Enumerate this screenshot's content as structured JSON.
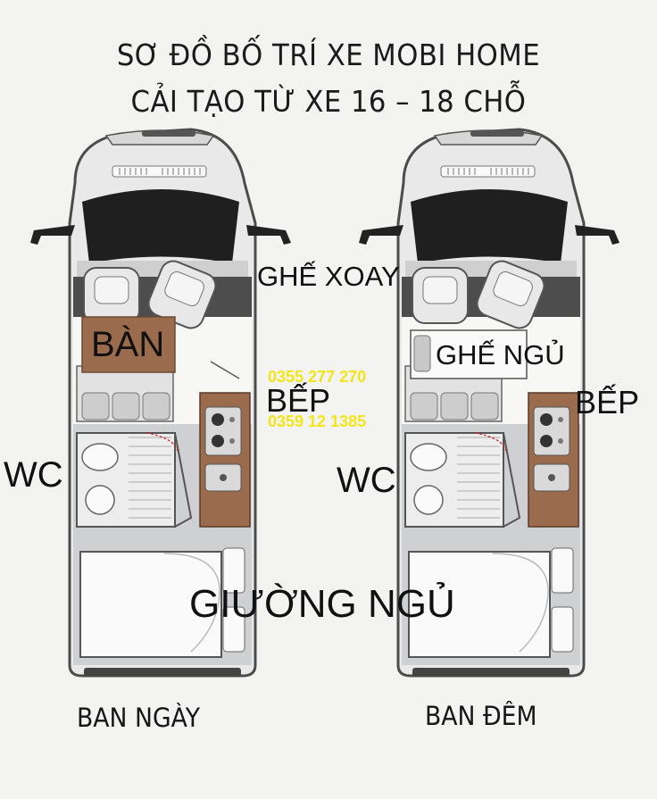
{
  "title": {
    "line1": "SƠ ĐỒ BỐ TRÍ XE MOBI HOME",
    "line2": "CẢI TẠO TỪ XE 16 – 18 CHỖ"
  },
  "labels": {
    "ghe_xoay": "GHẾ XOAY",
    "ban": "BÀN",
    "bep_left": "BẾP",
    "bep_right": "BẾP",
    "ghe_ngu": "GHẾ NGỦ",
    "wc_left": "WC",
    "wc_right": "WC",
    "giuong_ngu": "GIƯỜNG NGỦ"
  },
  "phones": [
    "0355 277 270",
    "0359 12 1385"
  ],
  "captions": {
    "day": "BAN NGÀY",
    "night": "BAN ĐÊM"
  },
  "colors": {
    "wood": "#9a6b4c",
    "floor": "#f7f7f5",
    "gray_floor": "#cfd0d2",
    "body_outline": "#555555",
    "phone_text": "#f2e61b"
  }
}
